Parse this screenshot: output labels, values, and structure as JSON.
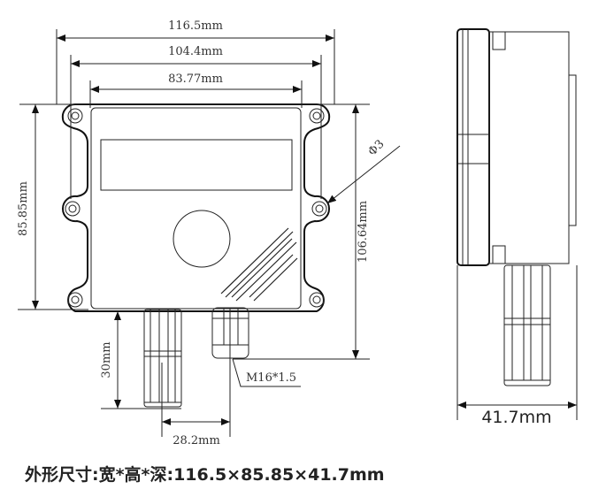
{
  "dimensions": {
    "overall_width": "116.5mm",
    "hole_spacing_width": "104.4mm",
    "body_width": "83.77mm",
    "body_height": "85.85mm",
    "overall_height": "106.64mm",
    "hole_diameter": "Φ3",
    "probe_length": "30mm",
    "probe_to_gland": "28.2mm",
    "gland_thread": "M16*1.5",
    "depth": "41.7mm"
  },
  "caption": "外形尺寸:宽*高*深:116.5×85.85×41.7mm"
}
